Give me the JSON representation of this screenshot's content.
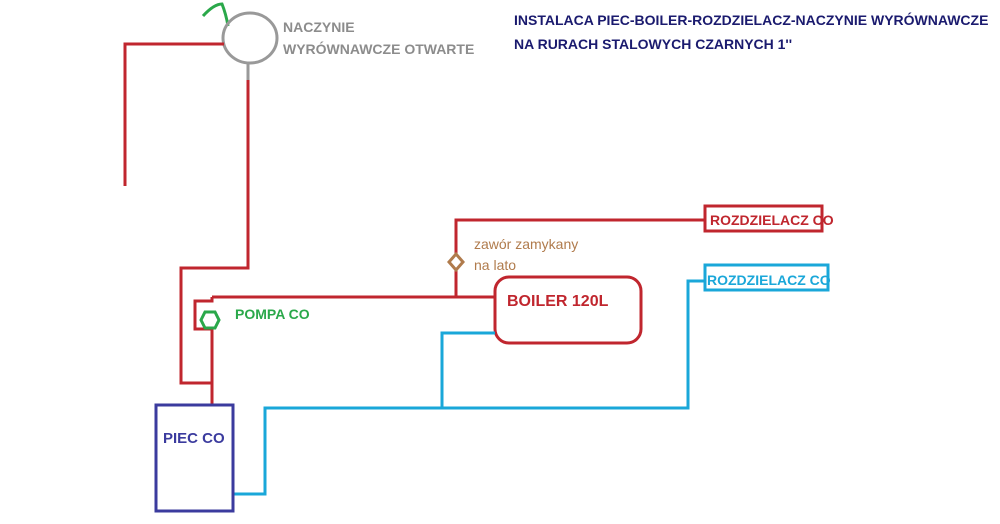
{
  "title": {
    "line1": "INSTALACA PIEC-BOILER-ROZDZIELACZ-NACZYNIE WYRÓWNAWCZE",
    "line2": "NA RURACH STALOWYCH CZARNYCH 1''"
  },
  "expansion_vessel": {
    "line1": "NACZYNIE",
    "line2": "WYRÓWNAWCZE OTWARTE"
  },
  "boiler_label": "BOILER 120L",
  "distributor_hot": "ROZDZIELACZ CO",
  "distributor_cold": "ROZDZIELACZ CO",
  "pump_label": "POMPA CO",
  "valve_label": {
    "line1": "zawór zamykany",
    "line2": "na lato"
  },
  "furnace_label": "PIEC CO",
  "colors": {
    "supply_pipe": "#c0262e",
    "return_pipe": "#1aa7d9",
    "vessel": "#999999",
    "furnace": "#3b3b9e",
    "pump": "#2aa84a",
    "valve": "#b07b4c",
    "vent": "#2aa84a",
    "title": "#1a1a6e"
  }
}
